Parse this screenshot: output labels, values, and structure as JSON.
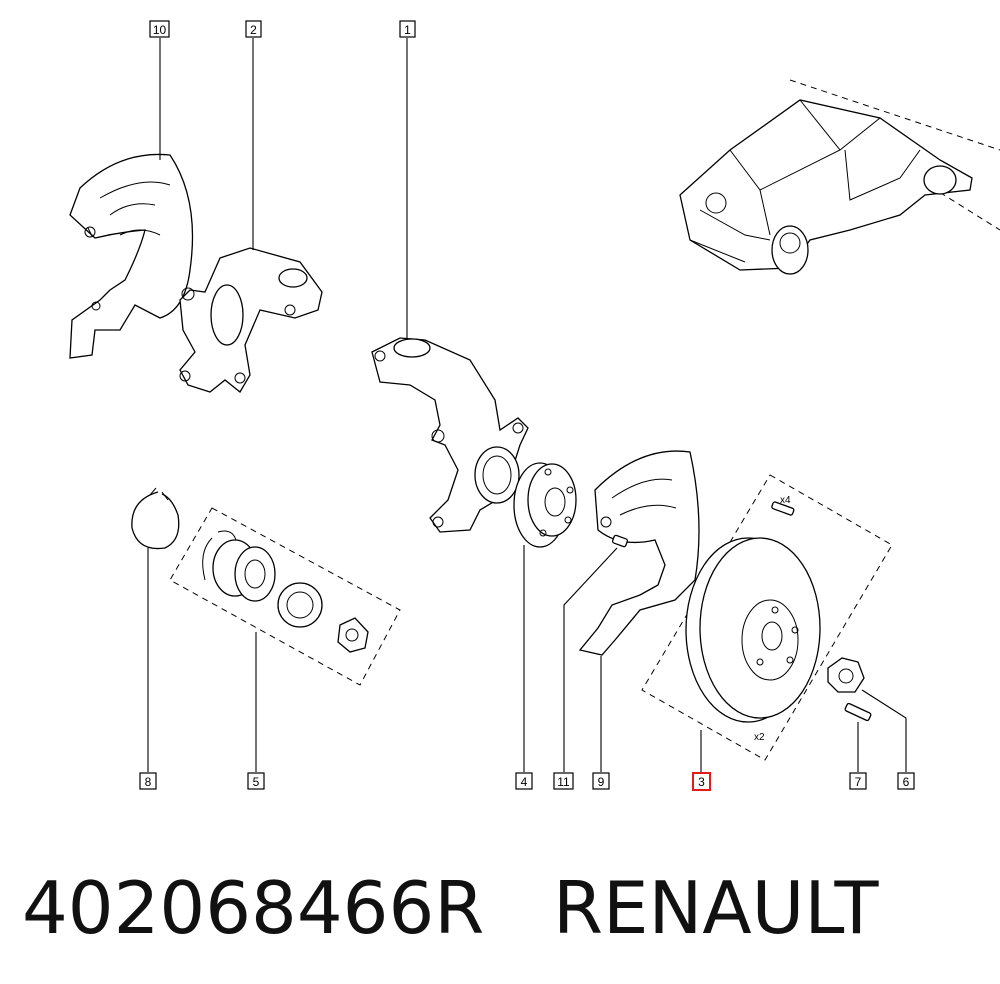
{
  "callouts": {
    "c1": "1",
    "c2": "2",
    "c3": "3",
    "c4": "4",
    "c5": "5",
    "c6": "6",
    "c7": "7",
    "c8": "8",
    "c9": "9",
    "c10": "10",
    "c11": "11"
  },
  "quantities": {
    "bolts": "x4",
    "disc": "x2"
  },
  "caption": {
    "part_number": "402068466R",
    "brand": "RENAULT"
  },
  "colors": {
    "highlight": "#e21b1b",
    "line": "#000000"
  }
}
